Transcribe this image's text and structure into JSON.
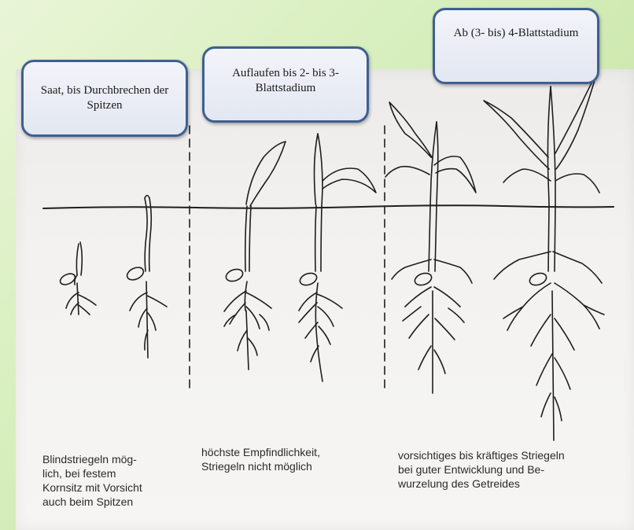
{
  "stages": [
    {
      "heading": "Saat, bis Durchbrechen der Spitzen"
    },
    {
      "heading": "Auflaufen bis 2- bis 3-Blattstadium"
    },
    {
      "heading": "Ab (3- bis) 4-Blattstadium"
    }
  ],
  "captions": [
    {
      "text": "Blindstriegeln mög-\nlich, bei festem\nKornsitz mit Vorsicht\nauch beim Spitzen"
    },
    {
      "text": "höchste Empfindlichkeit,\nStriegeln nicht möglich"
    },
    {
      "text": "vorsichtiges bis kräftiges Striegeln\nbei guter Entwicklung und Be-\nwurzelung des Getreides"
    }
  ],
  "colors": {
    "box_border": "#3e5f93",
    "box_fill": "#e3e7f1",
    "background": "#d8efbf",
    "ink": "#1a1a1a"
  }
}
